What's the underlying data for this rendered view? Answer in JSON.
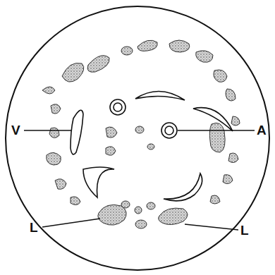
{
  "diagram": {
    "labels": [
      "V",
      "A",
      "L",
      "L"
    ]
  }
}
